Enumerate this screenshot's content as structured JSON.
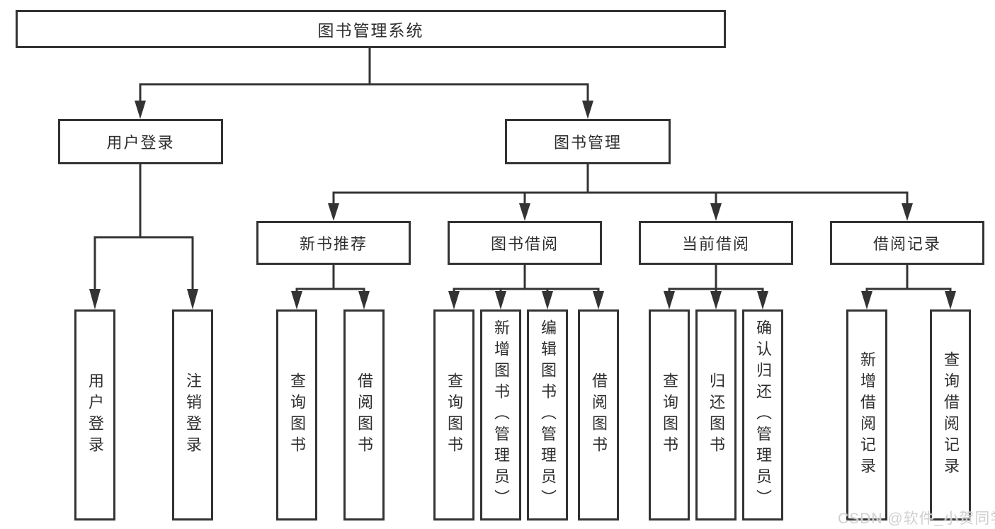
{
  "diagram": {
    "root": "图书管理系统",
    "level1": {
      "user_login": "用户登录",
      "book_management": "图书管理"
    },
    "level2": {
      "new_book": "新书推荐",
      "book_borrow": "图书借阅",
      "current_borrow": "当前借阅",
      "borrow_records": "借阅记录"
    },
    "leaves": {
      "user_login": "用户登录",
      "logout": "注销登录",
      "nb_query": "查询图书",
      "nb_borrow": "借阅图书",
      "bb_query": "查询图书",
      "bb_add": "新增图书（管理员）",
      "bb_edit": "编辑图书（管理员）",
      "bb_borrow": "借阅图书",
      "cb_query": "查询图书",
      "cb_return": "归还图书",
      "cb_confirm": "确认归还（管理员）",
      "br_add": "新增借阅记录",
      "br_query": "查询借阅记录"
    }
  },
  "watermark": "CSDN @软件_小贺同学",
  "colors": {
    "line": "#333333",
    "text": "#2d2d2d",
    "background": "#ffffff",
    "watermark": "#d0d0d0"
  }
}
